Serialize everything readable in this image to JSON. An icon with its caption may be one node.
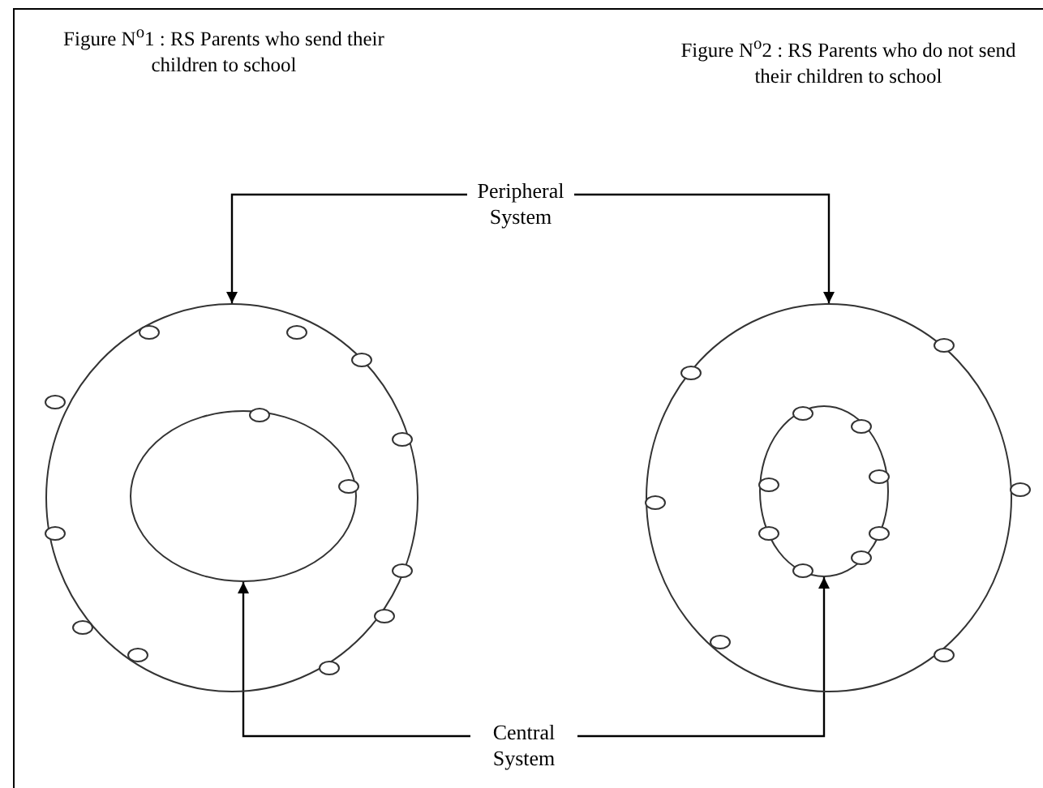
{
  "diagram": {
    "nodes": [
      {
        "text": [
          "Peripheral System"
        ]
      },
      {
        "text": [
          "Central System"
        ]
      },
      {
        "text": [],
        "shape": "ellipse"
      },
      {
        "text": [],
        "shape": "ellipse",
        "in": 2
      },
      {
        "text": [],
        "shape": "ellipse"
      },
      {
        "text": [],
        "shape": "ellipse",
        "in": 4
      }
    ],
    "edges": [
      {
        "from": 0,
        "to": 2,
        "arrow": "to"
      },
      {
        "from": 0,
        "to": 4,
        "arrow": "to"
      },
      {
        "from": 1,
        "to": 3,
        "arrow": "to"
      },
      {
        "from": 1,
        "to": 5,
        "arrow": "to"
      }
    ],
    "labels": [
      "Figure N$^{o}$1 : RS Parents who send their children to school",
      "Figure N$^{o}$2 : RS Parents who do not send their children to school"
    ]
  }
}
